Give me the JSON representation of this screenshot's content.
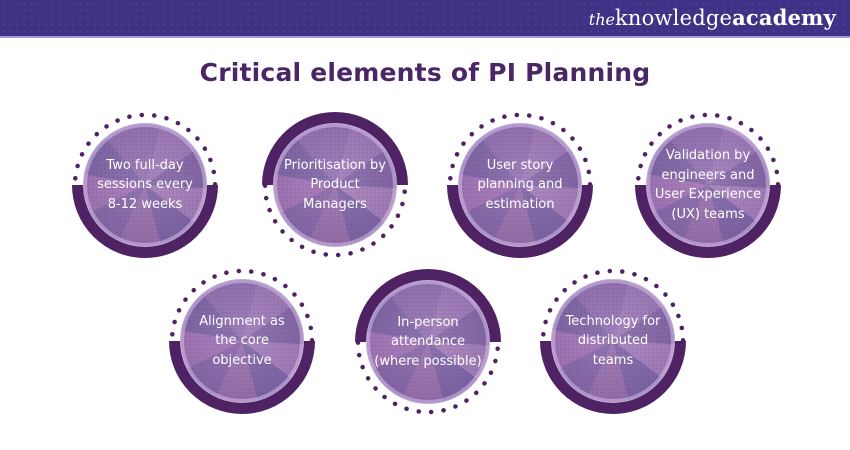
{
  "header": {
    "logo_the": "the",
    "logo_knowledge": "knowledge",
    "logo_academy": "academy"
  },
  "title": "Critical elements of PI Planning",
  "colors": {
    "header_bg": "#3f3286",
    "header_underline": "#a89ad8",
    "title_text": "#4b2666",
    "badge_disc_base": "#8a6cab",
    "badge_dark_accent": "#4f2363",
    "badge_text": "#ffffff",
    "background": "#ffffff"
  },
  "badges": [
    {
      "label": "Two full-day sessions every 8-12 weeks",
      "decoration": "dots-top-crescent-bottom"
    },
    {
      "label": "Prioritisation by Product Managers",
      "decoration": "crescent-top-dots-bottom"
    },
    {
      "label": "User story planning and estimation",
      "decoration": "dots-top-crescent-bottom"
    },
    {
      "label": "Validation by engineers and User Experience (UX) teams",
      "decoration": "dots-top-crescent-bottom"
    },
    {
      "label": "Alignment as the core objective",
      "decoration": "dots-top-crescent-bottom"
    },
    {
      "label": "In-person attendance (where possible)",
      "decoration": "crescent-top-dots-bottom"
    },
    {
      "label": "Technology for distributed teams",
      "decoration": "dots-top-crescent-bottom"
    }
  ]
}
